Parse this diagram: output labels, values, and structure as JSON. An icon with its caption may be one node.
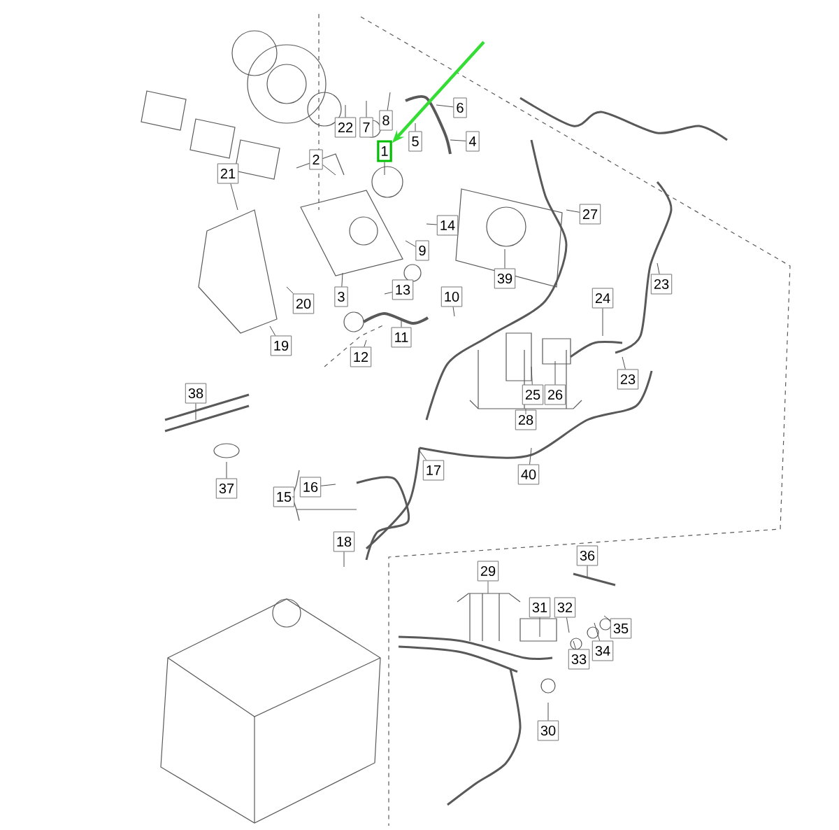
{
  "diagram": {
    "nodes": [
      {
        "text": [
          "6"
        ]
      },
      {
        "text": [
          "22"
        ]
      },
      {
        "text": [
          "7"
        ]
      },
      {
        "text": [
          "8"
        ]
      },
      {
        "text": [
          "5"
        ]
      },
      {
        "text": [
          "4"
        ]
      },
      {
        "text": [
          "1"
        ]
      },
      {
        "text": [
          "2"
        ]
      },
      {
        "text": [
          "21"
        ]
      },
      {
        "text": [
          "27"
        ]
      },
      {
        "text": [
          "14"
        ]
      },
      {
        "text": [
          "9"
        ]
      },
      {
        "text": [
          "39"
        ]
      },
      {
        "text": [
          "23"
        ]
      },
      {
        "text": [
          "13"
        ]
      },
      {
        "text": [
          "3"
        ]
      },
      {
        "text": [
          "10"
        ]
      },
      {
        "text": [
          "24"
        ]
      },
      {
        "text": [
          "20"
        ]
      },
      {
        "text": [
          "11"
        ]
      },
      {
        "text": [
          "19"
        ]
      },
      {
        "text": [
          "12"
        ]
      },
      {
        "text": [
          "23"
        ]
      },
      {
        "text": [
          "38"
        ]
      },
      {
        "text": [
          "25"
        ]
      },
      {
        "text": [
          "26"
        ]
      },
      {
        "text": [
          "28"
        ]
      },
      {
        "text": [
          "17"
        ]
      },
      {
        "text": [
          "40"
        ]
      },
      {
        "text": [
          "16"
        ]
      },
      {
        "text": [
          "37"
        ]
      },
      {
        "text": [
          "15"
        ]
      },
      {
        "text": [
          "18"
        ]
      },
      {
        "text": [
          "36"
        ]
      },
      {
        "text": [
          "29"
        ]
      },
      {
        "text": [
          "31"
        ]
      },
      {
        "text": [
          "32"
        ]
      },
      {
        "text": [
          "35"
        ]
      },
      {
        "text": [
          "34"
        ]
      },
      {
        "text": [
          "33"
        ]
      },
      {
        "text": [
          "30"
        ]
      }
    ],
    "edges": [
      {
        "from": 0,
        "to": null,
        "arrow": "none"
      },
      {
        "from": 1,
        "to": null,
        "arrow": "none"
      },
      {
        "from": 2,
        "to": null,
        "arrow": "none"
      },
      {
        "from": 3,
        "to": null,
        "arrow": "none"
      },
      {
        "from": 4,
        "to": null,
        "arrow": "none"
      },
      {
        "from": 5,
        "to": null,
        "arrow": "none"
      },
      {
        "from": 6,
        "to": null,
        "arrow": "none"
      },
      {
        "from": 7,
        "to": null,
        "arrow": "none"
      },
      {
        "from": 8,
        "to": null,
        "arrow": "none"
      },
      {
        "from": 9,
        "to": null,
        "arrow": "none"
      },
      {
        "from": 10,
        "to": null,
        "arrow": "none"
      },
      {
        "from": 11,
        "to": null,
        "arrow": "none"
      },
      {
        "from": 12,
        "to": null,
        "arrow": "none"
      },
      {
        "from": 13,
        "to": null,
        "arrow": "none"
      },
      {
        "from": 14,
        "to": null,
        "arrow": "none"
      },
      {
        "from": 15,
        "to": null,
        "arrow": "none"
      },
      {
        "from": 16,
        "to": null,
        "arrow": "none"
      },
      {
        "from": 17,
        "to": null,
        "arrow": "none"
      },
      {
        "from": 18,
        "to": null,
        "arrow": "none"
      },
      {
        "from": 19,
        "to": null,
        "arrow": "none"
      },
      {
        "from": 20,
        "to": null,
        "arrow": "none"
      },
      {
        "from": 21,
        "to": null,
        "arrow": "none"
      },
      {
        "from": 22,
        "to": null,
        "arrow": "none"
      },
      {
        "from": 23,
        "to": null,
        "arrow": "none"
      },
      {
        "from": 24,
        "to": null,
        "arrow": "none"
      },
      {
        "from": 25,
        "to": null,
        "arrow": "none"
      },
      {
        "from": 27,
        "to": null,
        "arrow": "none"
      },
      {
        "from": 28,
        "to": null,
        "arrow": "none"
      },
      {
        "from": 29,
        "to": null,
        "arrow": "none"
      },
      {
        "from": 30,
        "to": null,
        "arrow": "none"
      },
      {
        "from": 32,
        "to": null,
        "arrow": "none"
      },
      {
        "from": 33,
        "to": null,
        "arrow": "none"
      },
      {
        "from": 35,
        "to": null,
        "arrow": "none"
      },
      {
        "from": 36,
        "to": null,
        "arrow": "none"
      },
      {
        "from": 37,
        "to": null,
        "arrow": "none"
      },
      {
        "from": 38,
        "to": null,
        "arrow": "none"
      },
      {
        "from": 39,
        "to": null,
        "arrow": "none"
      },
      {
        "from": 40,
        "to": null,
        "arrow": "none"
      },
      {
        "from": null,
        "to": 6,
        "arrow": "to",
        "style": "thick",
        "color": "#33dd33"
      }
    ]
  }
}
